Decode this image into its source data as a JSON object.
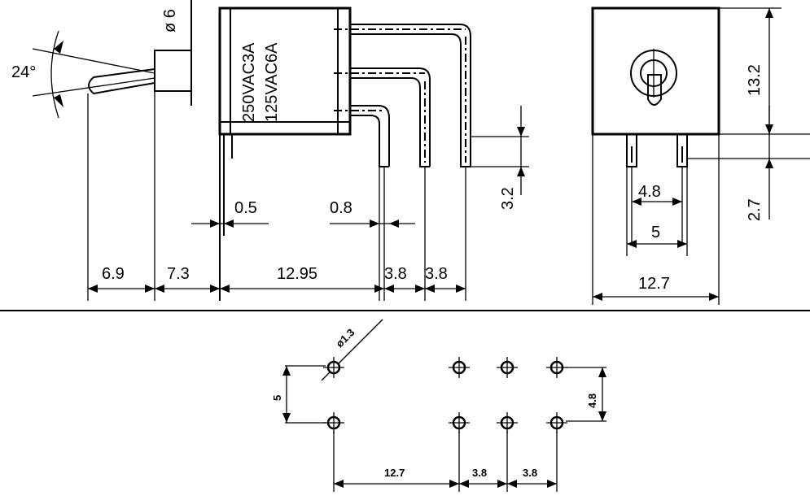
{
  "side_view": {
    "angle_label": "24°",
    "diameter_label": "ø 6",
    "rating_1": "250VAC3A",
    "rating_2": "125VAC6A",
    "pin_offset": "3.2",
    "pin_thick_1": "0.5",
    "pin_thick_2": "0.8",
    "dims": [
      "6.9",
      "7.3",
      "12.95",
      "3.8",
      "3.8"
    ]
  },
  "end_view": {
    "height": "13.2",
    "pin_len": "2.7",
    "inner_width": "4.8",
    "pin_width": "5",
    "width": "12.7"
  },
  "footprint": {
    "hole_dia": "ø1.3",
    "row_pitch": "5",
    "row_pitch_right": "4.8",
    "spacing": [
      "12.7",
      "3.8",
      "3.8"
    ]
  }
}
